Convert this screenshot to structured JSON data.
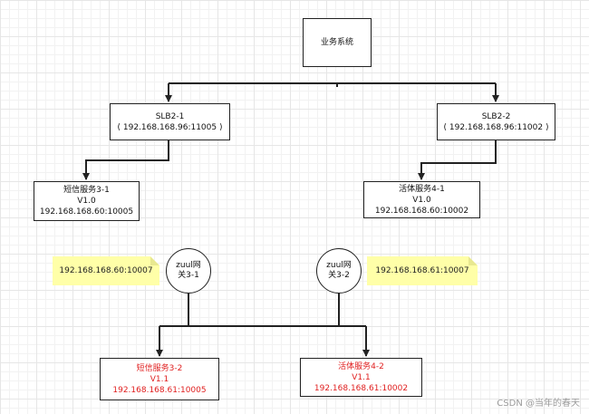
{
  "diagram": {
    "business": {
      "label": "业务系统"
    },
    "slb_left": {
      "name": "SLB2-1",
      "addr": "( 192.168.168.96:11005 )"
    },
    "slb_right": {
      "name": "SLB2-2",
      "addr": "( 192.168.168.96:11002 )"
    },
    "sms_v10": {
      "name": "短信服务3-1",
      "version": "V1.0",
      "addr": "192.168.168.60:10005"
    },
    "act_v10": {
      "name": "活体服务4-1",
      "version": "V1.0",
      "addr": "192.168.168.60:10002"
    },
    "zuul_left": {
      "line1": "zuul网",
      "line2": "关3-1"
    },
    "zuul_right": {
      "line1": "zuul网",
      "line2": "关3-2"
    },
    "note_left": {
      "text": "192.168.168.60:10007"
    },
    "note_right": {
      "text": "192.168.168.61:10007"
    },
    "sms_v11": {
      "name": "短信服务3-2",
      "version": "V1.1",
      "addr": "192.168.168.61:10005"
    },
    "act_v11": {
      "name": "活体服务4-2",
      "version": "V1.1",
      "addr": "192.168.168.61:10002"
    },
    "colors": {
      "line": "#222222",
      "red_text": "#e02020",
      "note_bg": "#ffffa8"
    }
  },
  "watermark": {
    "text": "CSDN @当年的春天"
  }
}
